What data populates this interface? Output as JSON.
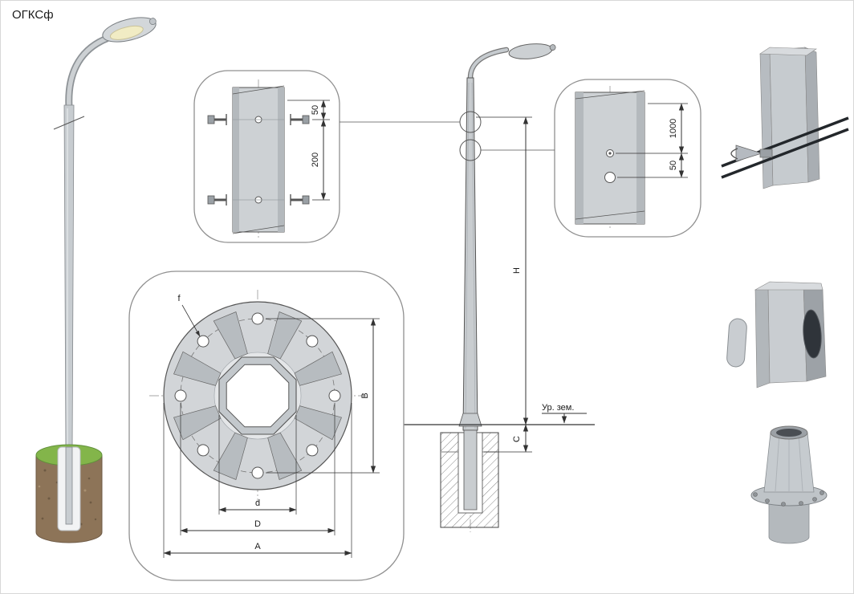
{
  "title": "ОГКСф",
  "colors": {
    "outline": "#555555",
    "steel_light": "#c9cdd0",
    "steel_mid": "#b4b9bd",
    "earth_brown": "#8d7458",
    "grass_green": "#83b54a",
    "lamp_lens": "#f1ecc4"
  },
  "joint_detail": {
    "dim_offset": "50",
    "dim_spacing": "200"
  },
  "hole_detail": {
    "dim_height": "1000",
    "dim_spacing": "50"
  },
  "elevation": {
    "dim_total_height": "H",
    "dim_embed": "C",
    "ground_level_label": "Ур. зем."
  },
  "flange_detail": {
    "dim_hole": "f",
    "dim_bolt_vertical": "B",
    "dim_inner": "d",
    "dim_bolt_circle": "D",
    "dim_outer": "A"
  }
}
